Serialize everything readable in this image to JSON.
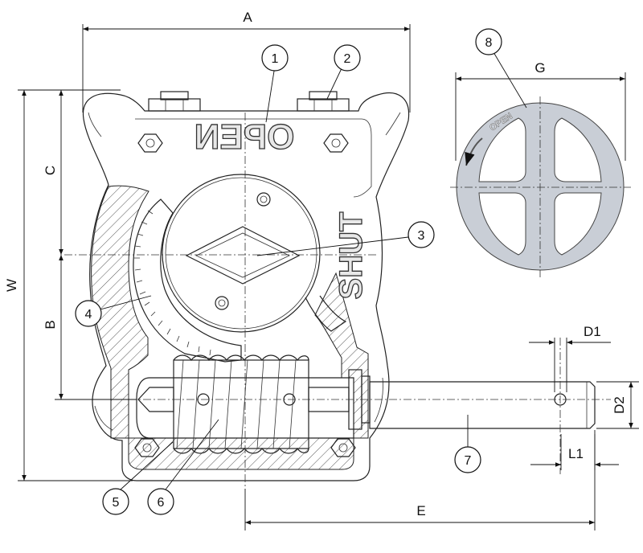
{
  "dimensions": {
    "A": "A",
    "B": "B",
    "C": "C",
    "W": "W",
    "E": "E",
    "G": "G",
    "D1": "D1",
    "D2": "D2",
    "L1": "L1"
  },
  "engravings": {
    "cover_text": "OPEN",
    "side_text": "SHUT",
    "wheel_text": "OPEN"
  },
  "callouts": [
    "1",
    "2",
    "3",
    "4",
    "5",
    "6",
    "7",
    "8"
  ],
  "colors": {
    "line": "#222222",
    "handwheel_fill": "#c9ced6",
    "hatch": "#555555"
  }
}
